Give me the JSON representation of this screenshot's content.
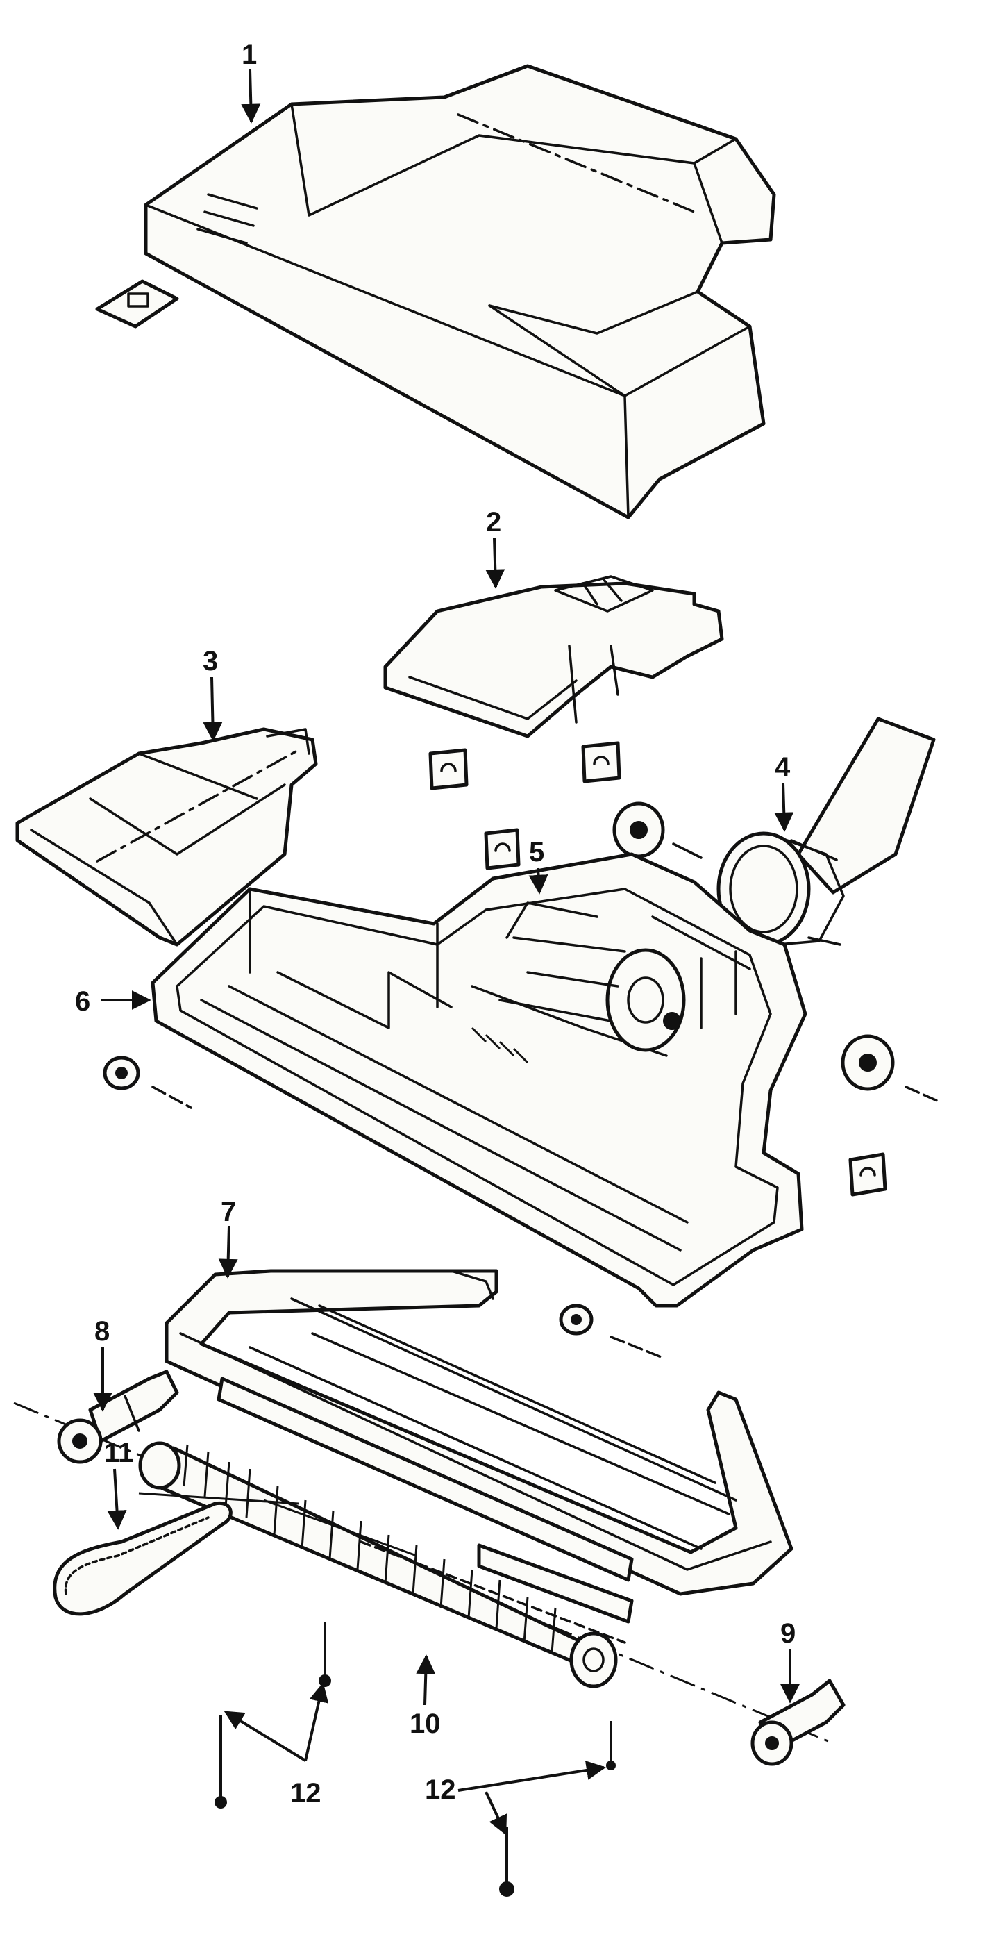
{
  "callouts": [
    {
      "id": "1",
      "text": "1"
    },
    {
      "id": "2",
      "text": "2"
    },
    {
      "id": "3",
      "text": "3"
    },
    {
      "id": "4",
      "text": "4"
    },
    {
      "id": "5",
      "text": "5"
    },
    {
      "id": "6",
      "text": "6"
    },
    {
      "id": "7",
      "text": "7"
    },
    {
      "id": "8",
      "text": "8"
    },
    {
      "id": "9",
      "text": "9"
    },
    {
      "id": "10",
      "text": "10"
    },
    {
      "id": "11",
      "text": "11"
    },
    {
      "id": "12a",
      "text": "12"
    },
    {
      "id": "12b",
      "text": "12"
    }
  ],
  "colors": {
    "ink": "#111111",
    "paper": "#ffffff"
  }
}
